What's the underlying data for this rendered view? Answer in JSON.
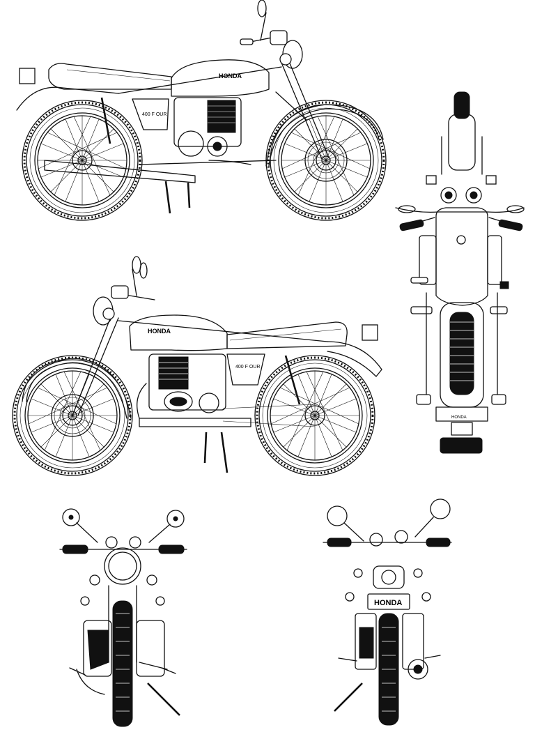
{
  "drawing": {
    "views": [
      {
        "id": "side-right",
        "tank_badge": "HONDA",
        "side_cover_badge": "400 F OUR"
      },
      {
        "id": "side-left",
        "tank_badge": "HONDA",
        "side_cover_badge": "400 F OUR"
      },
      {
        "id": "top"
      },
      {
        "id": "front"
      },
      {
        "id": "rear",
        "plate_badge": "HONDA"
      }
    ],
    "top_view_rear_badge": "HONDA"
  }
}
